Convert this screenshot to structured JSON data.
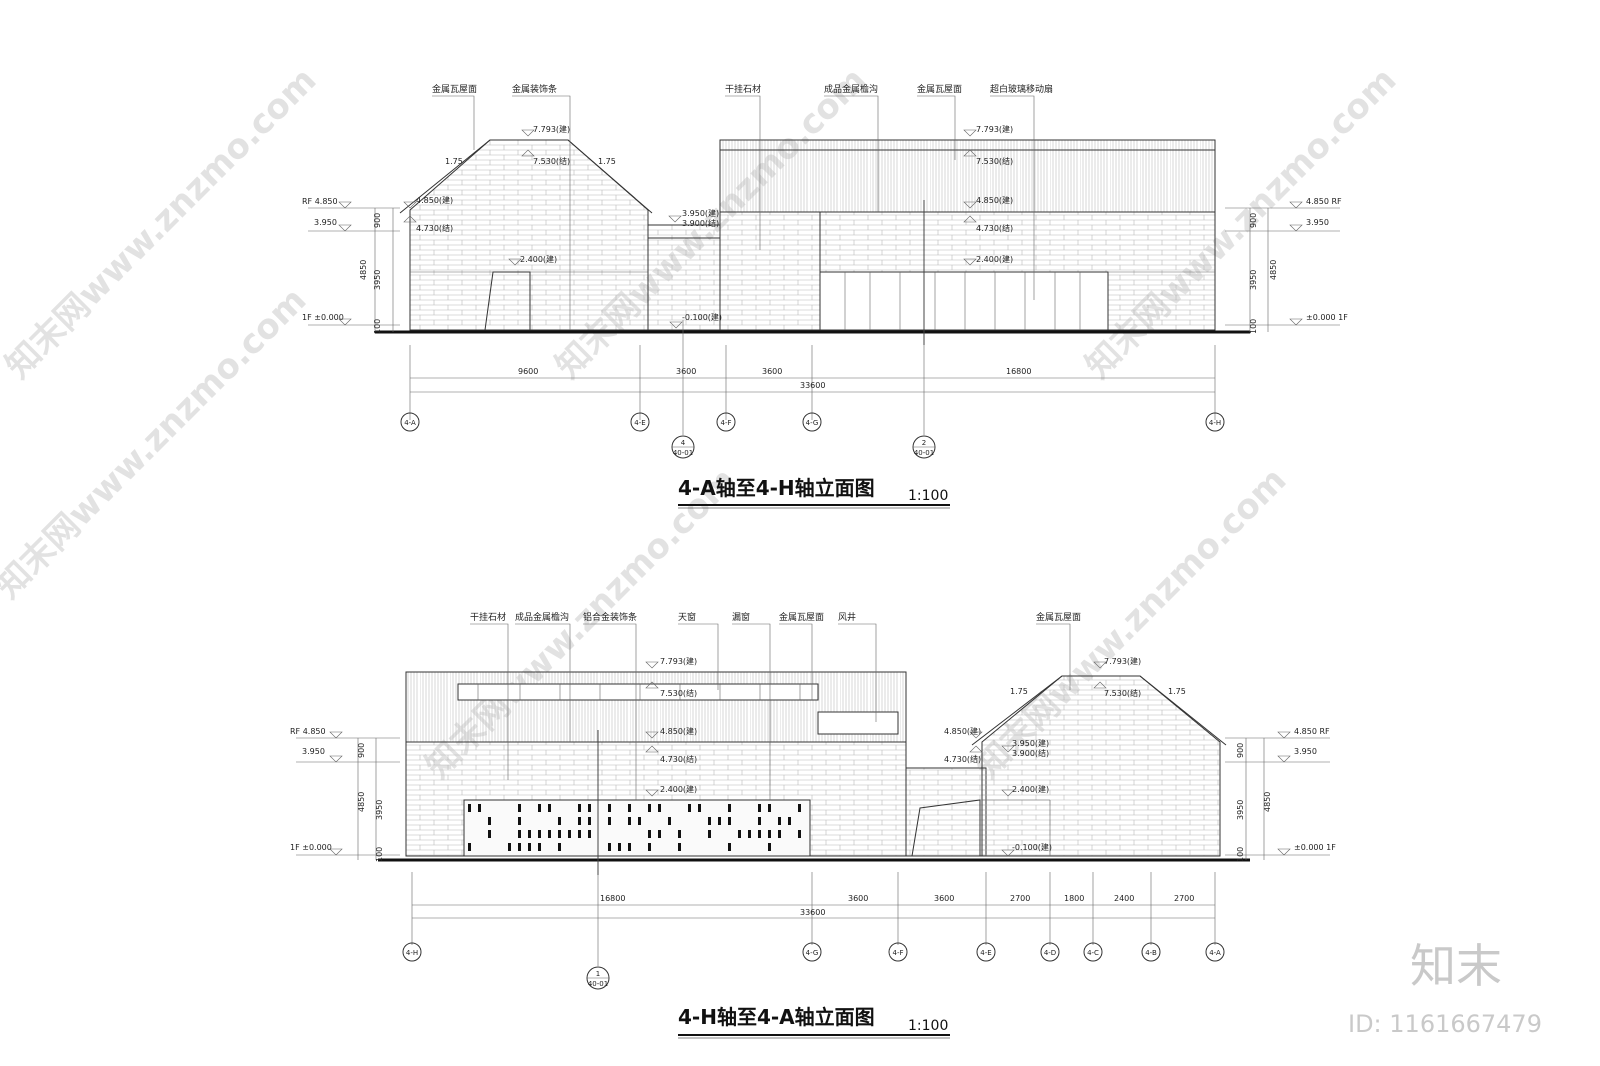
{
  "watermarks": [
    "知末网www.znzmo.com",
    "知末网www.znzmo.com",
    "知末网www.znzmo.com",
    "知末网www.znzmo.com",
    "知末网www.znzmo.com",
    "知末网www.znzmo.com"
  ],
  "brand": {
    "logo": "知末",
    "id": "ID: 1161667479"
  },
  "elevations": [
    {
      "title": "4-A轴至4-H轴立面图",
      "scale": "1:100",
      "callouts": [
        "金属瓦屋面",
        "金属装饰条",
        "干挂石材",
        "成品金属檐沟",
        "金属瓦屋面",
        "超白玻璃移动扇"
      ],
      "levels_left": [
        "RF 4.850",
        "3.950",
        "1F ±0.000"
      ],
      "levels_right": [
        "4.850 RF",
        "3.950",
        "±0.000 1F"
      ],
      "vdims": [
        "900",
        "3950",
        "4850",
        "100"
      ],
      "elev_labels": [
        "7.793(建)",
        "7.530(结)",
        "4.850(建)",
        "4.730(结)",
        "3.950(建)",
        "3.900(结)",
        "2.400(建)",
        "-0.100(建)",
        "7.793(建)",
        "7.530(结)",
        "4.850(建)",
        "4.730(结)",
        "2.400(建)"
      ],
      "slopes": [
        "1.75",
        "1.75"
      ],
      "dims": [
        "9600",
        "3600",
        "3600",
        "16800"
      ],
      "total": "33600",
      "axes": [
        "4-A",
        "4-E",
        "4-F",
        "4-G",
        "4-H"
      ],
      "section_marks": [
        {
          "num": "4",
          "sheet": "40-01"
        },
        {
          "num": "2",
          "sheet": "40-01"
        }
      ]
    },
    {
      "title": "4-H轴至4-A轴立面图",
      "scale": "1:100",
      "callouts": [
        "干挂石材",
        "成品金属檐沟",
        "铝合金装饰条",
        "天窗",
        "漏窗",
        "金属瓦屋面",
        "风井",
        "金属瓦屋面"
      ],
      "levels_left": [
        "RF 4.850",
        "3.950",
        "1F ±0.000"
      ],
      "levels_right": [
        "4.850 RF",
        "3.950",
        "±0.000 1F"
      ],
      "vdims": [
        "900",
        "3950",
        "4850",
        "100"
      ],
      "elev_labels": [
        "7.793(建)",
        "7.530(结)",
        "4.850(建)",
        "4.730(结)",
        "2.400(建)",
        "4.850(建)",
        "4.730(结)",
        "7.793(建)",
        "7.530(结)",
        "3.950(建)",
        "3.900(结)",
        "2.400(建)",
        "-0.100(建)"
      ],
      "slopes": [
        "1.75",
        "1.75"
      ],
      "dims": [
        "16800",
        "3600",
        "3600",
        "2700",
        "1800",
        "2400",
        "2700"
      ],
      "total": "33600",
      "axes": [
        "4-H",
        "4-G",
        "4-F",
        "4-E",
        "4-D",
        "4-C",
        "4-B",
        "4-A"
      ],
      "section_marks": [
        {
          "num": "1",
          "sheet": "40-01"
        }
      ]
    }
  ]
}
